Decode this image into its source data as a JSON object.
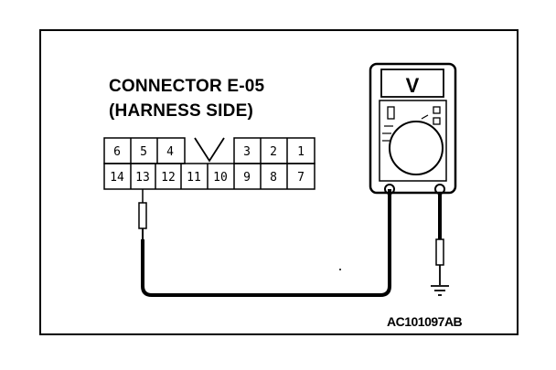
{
  "connector": {
    "title": "CONNECTOR E-05",
    "subtitle": "(HARNESS SIDE)",
    "top_row": [
      "6",
      "5",
      "4",
      "",
      "3",
      "2",
      "1"
    ],
    "bottom_row": [
      "14",
      "13",
      "12",
      "11",
      "10",
      "9",
      "8",
      "7"
    ]
  },
  "meter": {
    "mode": "V"
  },
  "figure_code": "AC101097AB"
}
